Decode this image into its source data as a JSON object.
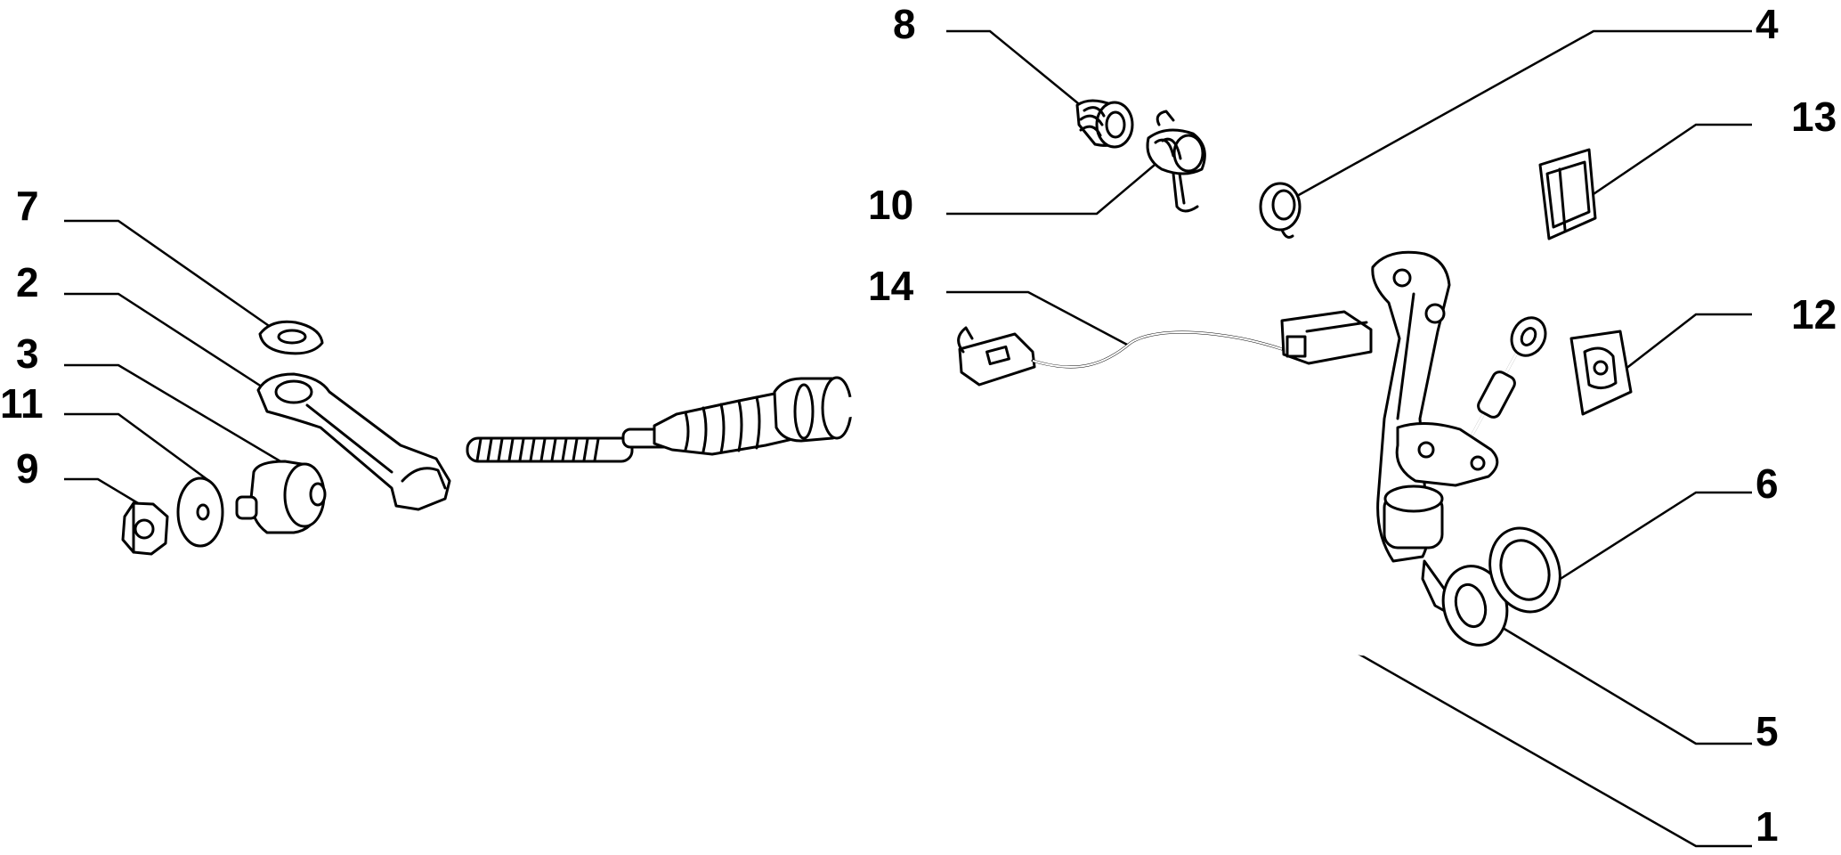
{
  "callouts": [
    {
      "id": "c1",
      "text": "1"
    },
    {
      "id": "c2",
      "text": "2"
    },
    {
      "id": "c3",
      "text": "3"
    },
    {
      "id": "c4",
      "text": "4"
    },
    {
      "id": "c5",
      "text": "5"
    },
    {
      "id": "c6",
      "text": "6"
    },
    {
      "id": "c7",
      "text": "7"
    },
    {
      "id": "c8",
      "text": "8"
    },
    {
      "id": "c9",
      "text": "9"
    },
    {
      "id": "c10",
      "text": "10"
    },
    {
      "id": "c11",
      "text": "11"
    },
    {
      "id": "c12",
      "text": "12"
    },
    {
      "id": "c13",
      "text": "13"
    },
    {
      "id": "c14",
      "text": "14"
    }
  ],
  "colors": {
    "ink": "#000000",
    "background": "#ffffff"
  }
}
